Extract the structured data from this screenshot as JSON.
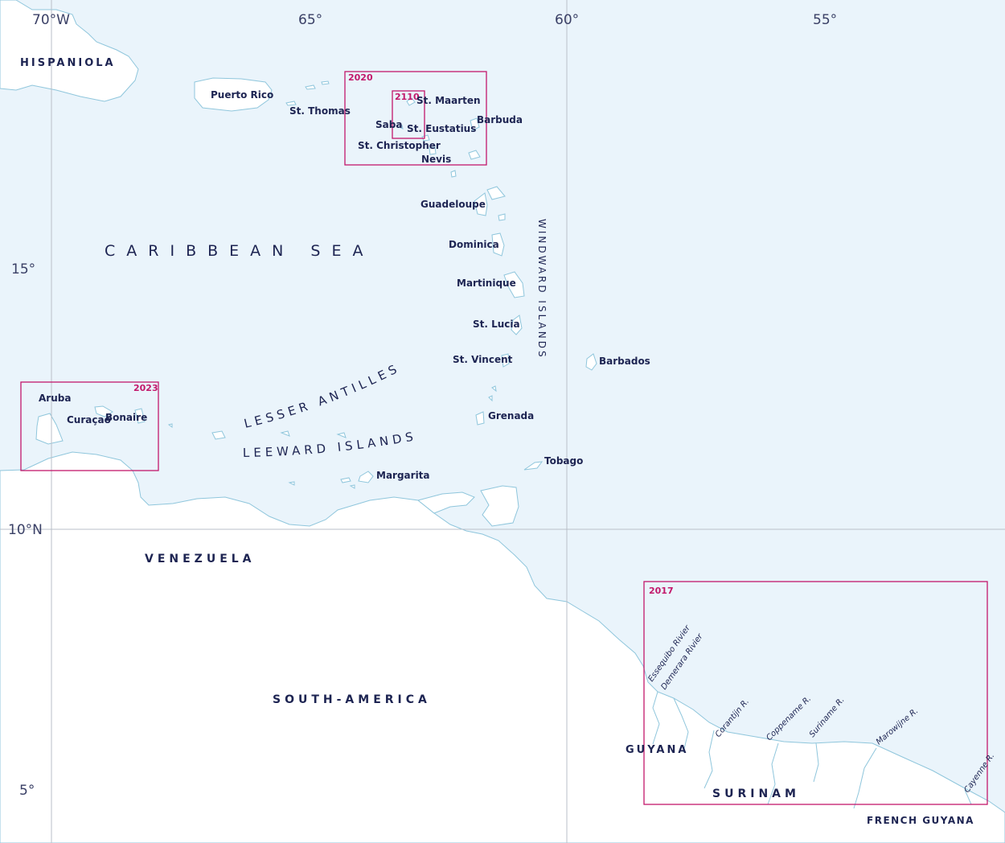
{
  "colors": {
    "sea": "#eaf4fb",
    "land": "#ffffff",
    "coastline": "#8fc6dc",
    "label": "#1d2452",
    "inset_frame": "#c2186b",
    "grid": "#b9bfc8"
  },
  "grid": {
    "longitude": [
      "70°W",
      "65°",
      "60°",
      "55°"
    ],
    "latitude": [
      "15°",
      "10°N",
      "5°"
    ]
  },
  "seas": {
    "caribbean": "CARIBBEAN SEA"
  },
  "regions": {
    "lesser_antilles": "LESSER ANTILLES",
    "leeward_islands": "LEEWARD ISLANDS",
    "windward_islands": "WINDWARD ISLANDS"
  },
  "countries": {
    "hispaniola": "HISPANIOLA",
    "venezuela": "VENEZUELA",
    "south_america": "SOUTH-AMERICA",
    "guyana": "GUYANA",
    "surinam": "SURINAM",
    "french_guyana": "FRENCH GUYANA"
  },
  "islands": {
    "puerto_rico": "Puerto Rico",
    "st_thomas": "St. Thomas",
    "st_maarten": "St. Maarten",
    "saba": "Saba",
    "st_eustatius": "St. Eustatius",
    "barbuda": "Barbuda",
    "st_christopher": "St. Christopher",
    "nevis": "Nevis",
    "guadeloupe": "Guadeloupe",
    "dominica": "Dominica",
    "martinique": "Martinique",
    "st_lucia": "St. Lucia",
    "st_vincent": "St. Vincent",
    "barbados": "Barbados",
    "grenada": "Grenada",
    "tobago": "Tobago",
    "margarita": "Margarita",
    "aruba": "Aruba",
    "curacao": "Curaçao",
    "bonaire": "Bonaire"
  },
  "rivers": {
    "essequibo": "Essequibo Rivier",
    "demerara": "Demerara Rivier",
    "corantijn": "Corantijn R.",
    "coppename": "Coppename R.",
    "suriname": "Suriname R.",
    "marowijne": "Marowijne R.",
    "cayenne": "Cayenne R."
  },
  "insets": {
    "leeward_north": "2020",
    "saba_eustatius": "2110",
    "abc_islands": "2023",
    "suriname_coast": "2017"
  }
}
